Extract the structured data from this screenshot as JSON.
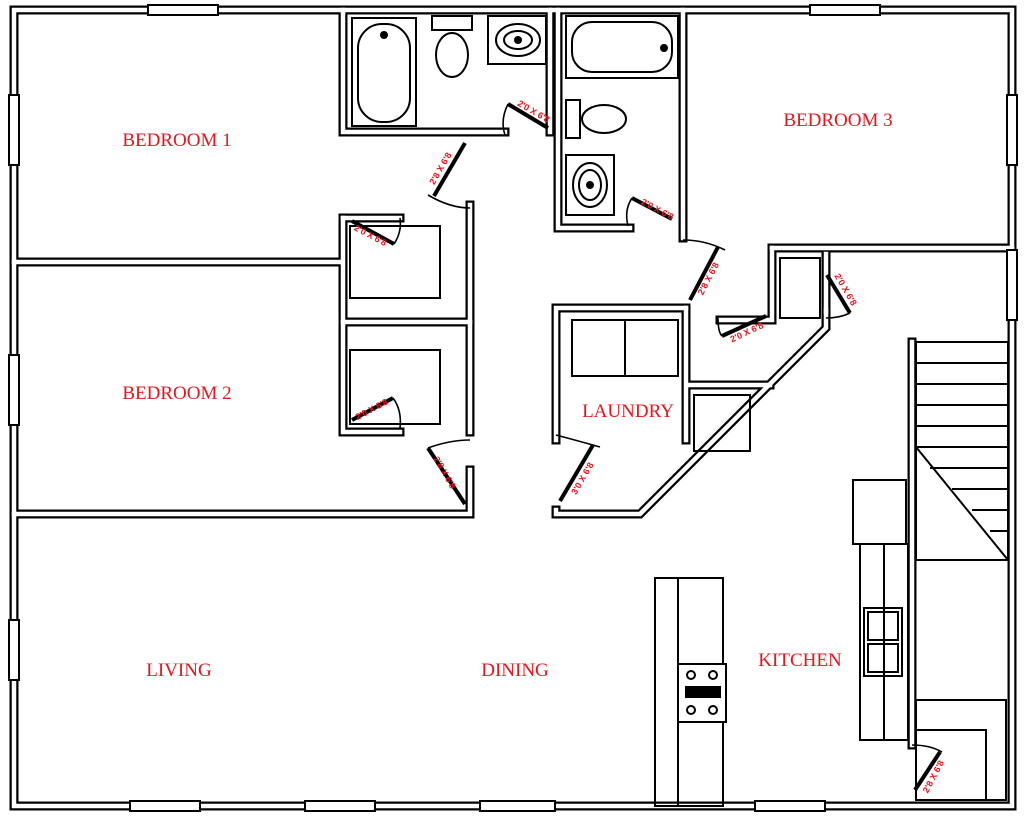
{
  "rooms": {
    "bedroom1": "BEDROOM 1",
    "bedroom2": "BEDROOM 2",
    "bedroom3": "BEDROOM 3",
    "laundry": "LAUNDRY",
    "living": "LIVING",
    "dining": "DINING",
    "kitchen": "KITCHEN"
  },
  "doors": [
    "2'0 X 6'8",
    "2'8 X 6'8",
    "2'0 X 6'8",
    "2'0 X 6'8",
    "2'8 X 6'8",
    "2'0 X 6'8",
    "2'0 X 6'8",
    "2'0 X 6'8",
    "2'8 X 6'8",
    "3'0 X 6'8",
    "2'8 X 6'8"
  ],
  "colors": {
    "label": "#e8141c",
    "wall": "#000000"
  }
}
